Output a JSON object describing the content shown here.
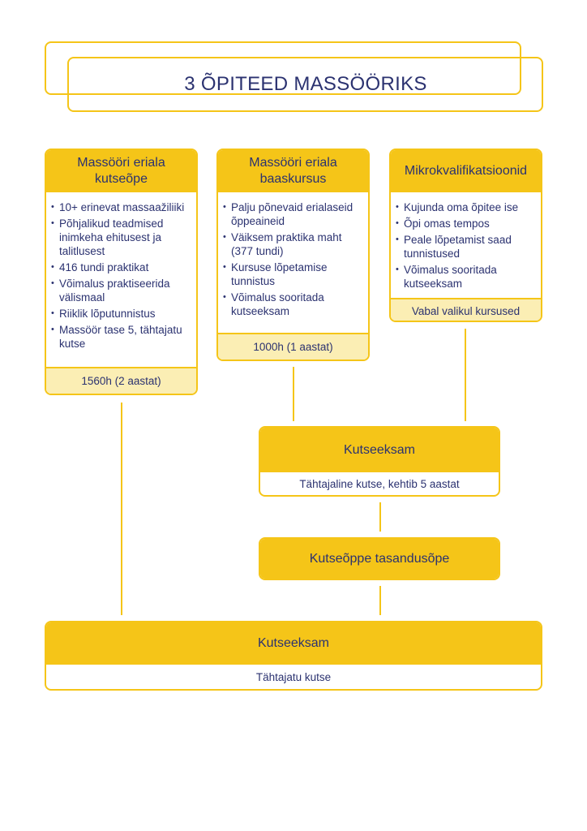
{
  "title": "3 ÕPITEED MASSÖÖRIKS",
  "programs": [
    {
      "header": "Massööri eriala kutseõpe",
      "items": [
        "10+ erinevat massaažiliiki",
        "Põhjalikud teadmised inimkeha ehitusest ja talitlusest",
        "416 tundi praktikat",
        "Võimalus praktiseerida välismaal",
        "Riiklik lõputunnistus",
        "Massöör tase 5, tähtajatu kutse"
      ],
      "footer": "1560h (2 aastat)"
    },
    {
      "header": "Massööri eriala baaskursus",
      "items": [
        "Palju põnevaid erialaseid õppeaineid",
        "Väiksem praktika maht (377 tundi)",
        "Kursuse lõpetamise tunnistus",
        "Võimalus sooritada kutseeksam"
      ],
      "footer": "1000h (1 aastat)"
    },
    {
      "header": "Mikrokvalifikatsioonid",
      "items": [
        "Kujunda oma õpitee ise",
        "Õpi omas tempos",
        "Peale lõpetamist saad tunnistused",
        "Võimalus sooritada kutseeksam"
      ],
      "footer": "Vabal valikul kursused"
    }
  ],
  "exam_temporary": {
    "header": "Kutseeksam",
    "note": "Tähtajaline kutse, kehtib 5 aastat"
  },
  "supplementary": {
    "header": "Kutseõppe tasandusõpe"
  },
  "exam_permanent": {
    "header": "Kutseeksam",
    "note": "Tähtajatu kutse"
  },
  "colors": {
    "accent": "#f5c518",
    "accent_light": "#fbeeb4",
    "text": "#2b3270"
  }
}
